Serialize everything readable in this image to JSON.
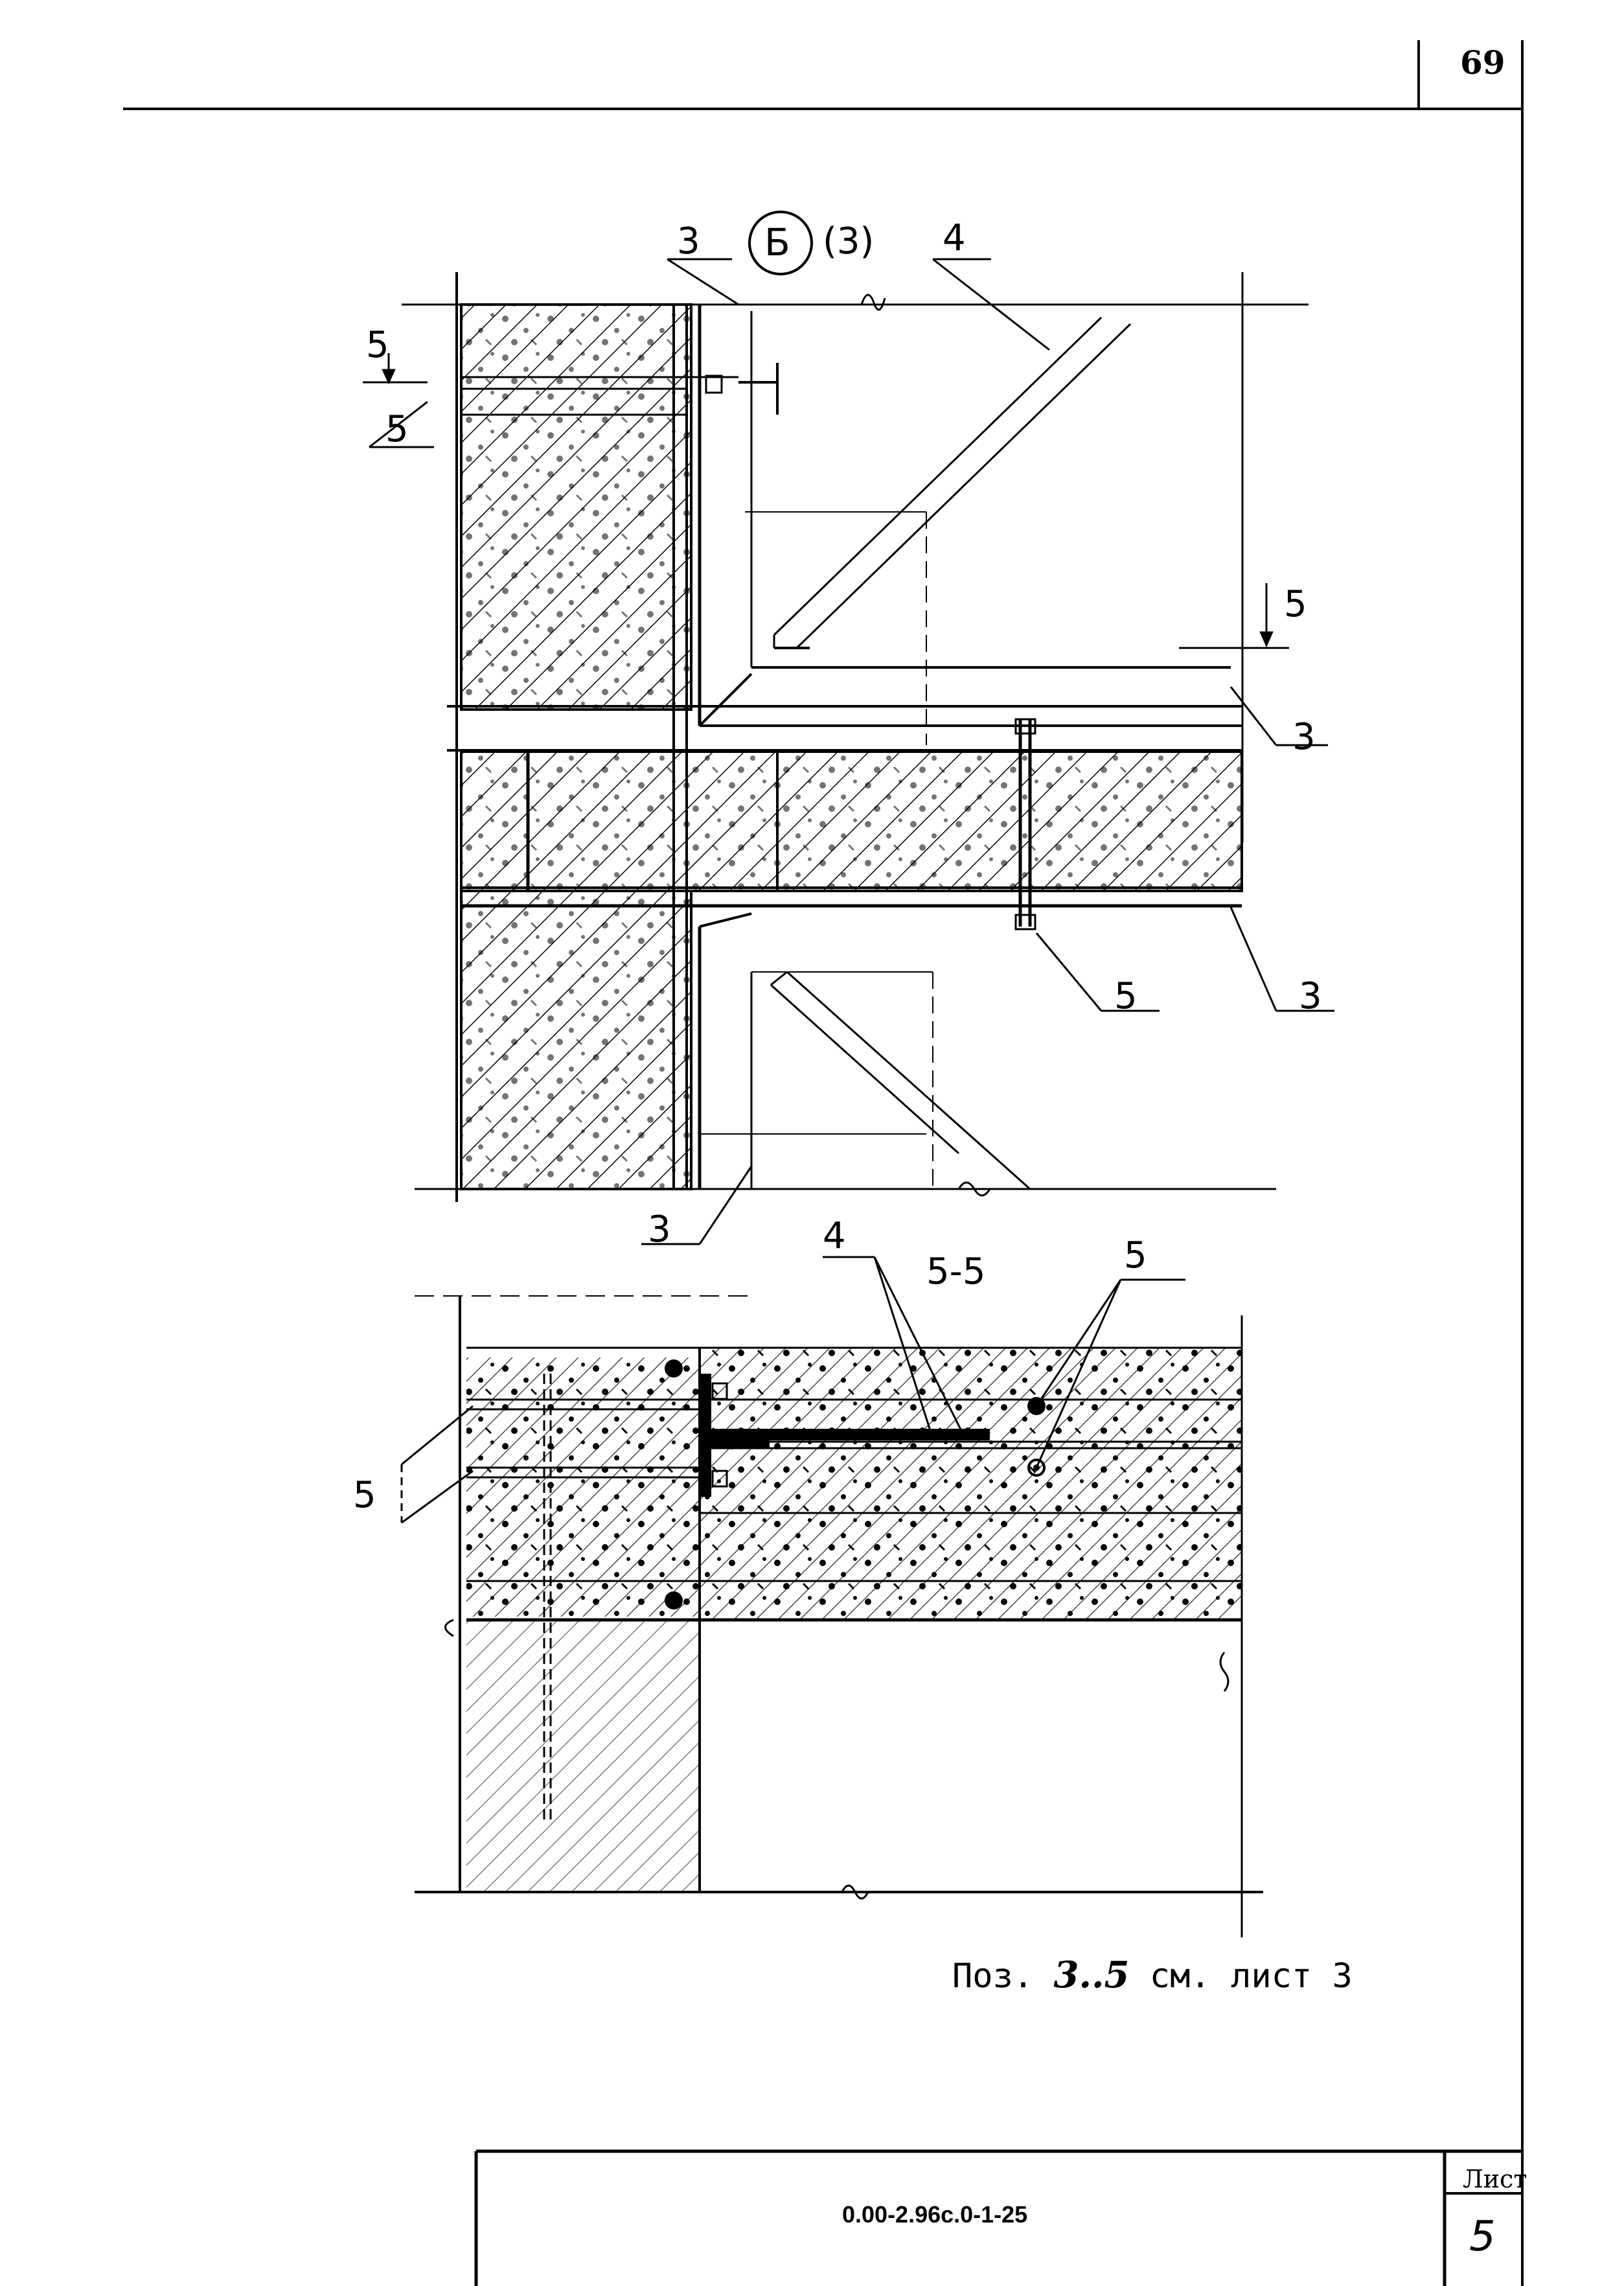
{
  "page_number": "69",
  "callout": {
    "node_letter": "Б",
    "node_ref": "(3)"
  },
  "section_title": "5-5",
  "labels": {
    "item_3": "3",
    "item_4": "4",
    "item_5": "5",
    "section_mark": "5"
  },
  "note": {
    "prefix": "Поз.",
    "items": "3..5",
    "suffix": "см. лист 3"
  },
  "title_block": {
    "document_code": "0.00-2.96с.0-1-25",
    "sheet_label": "Лист",
    "sheet_number": "5"
  }
}
